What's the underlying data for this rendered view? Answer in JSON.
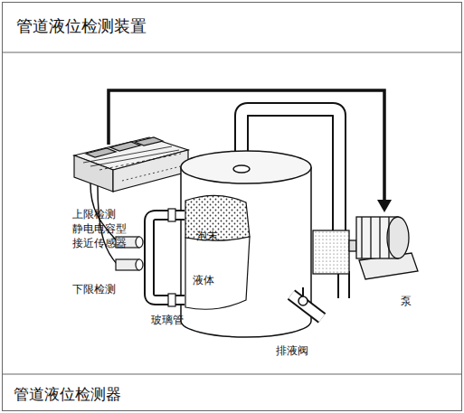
{
  "diagram": {
    "title": "管道液位检测装置",
    "caption": "管道液位检测器",
    "labels": [
      "上限检测 静电电容型 接近传感器",
      "泡末",
      "液体",
      "下限检测",
      "玻璃管",
      "排液阀",
      "泵"
    ]
  }
}
